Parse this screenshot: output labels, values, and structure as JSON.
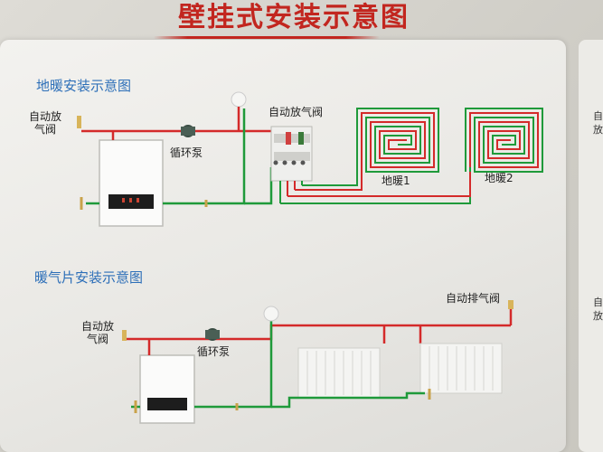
{
  "title": "壁挂式安装示意图",
  "floor_section": {
    "title": "地暖安装示意图",
    "auto_vent_left": "自动放气阀",
    "pump_label": "循环泵",
    "auto_vent_manifold": "自动放气阀",
    "loop1_label": "地暖1",
    "loop2_label": "地暖2"
  },
  "radiator_section": {
    "title": "暖气片安装示意图",
    "auto_vent_left": "自动放气阀",
    "pump_label": "循环泵",
    "auto_exhaust_right": "自动排气阀"
  },
  "right_panel_fragments": [
    "自",
    "放",
    "自",
    "放"
  ],
  "colors": {
    "title": "#c2261f",
    "section_title": "#2d6fb8",
    "supply_pipe": "#d42a2a",
    "return_pipe": "#1f9a3a"
  }
}
